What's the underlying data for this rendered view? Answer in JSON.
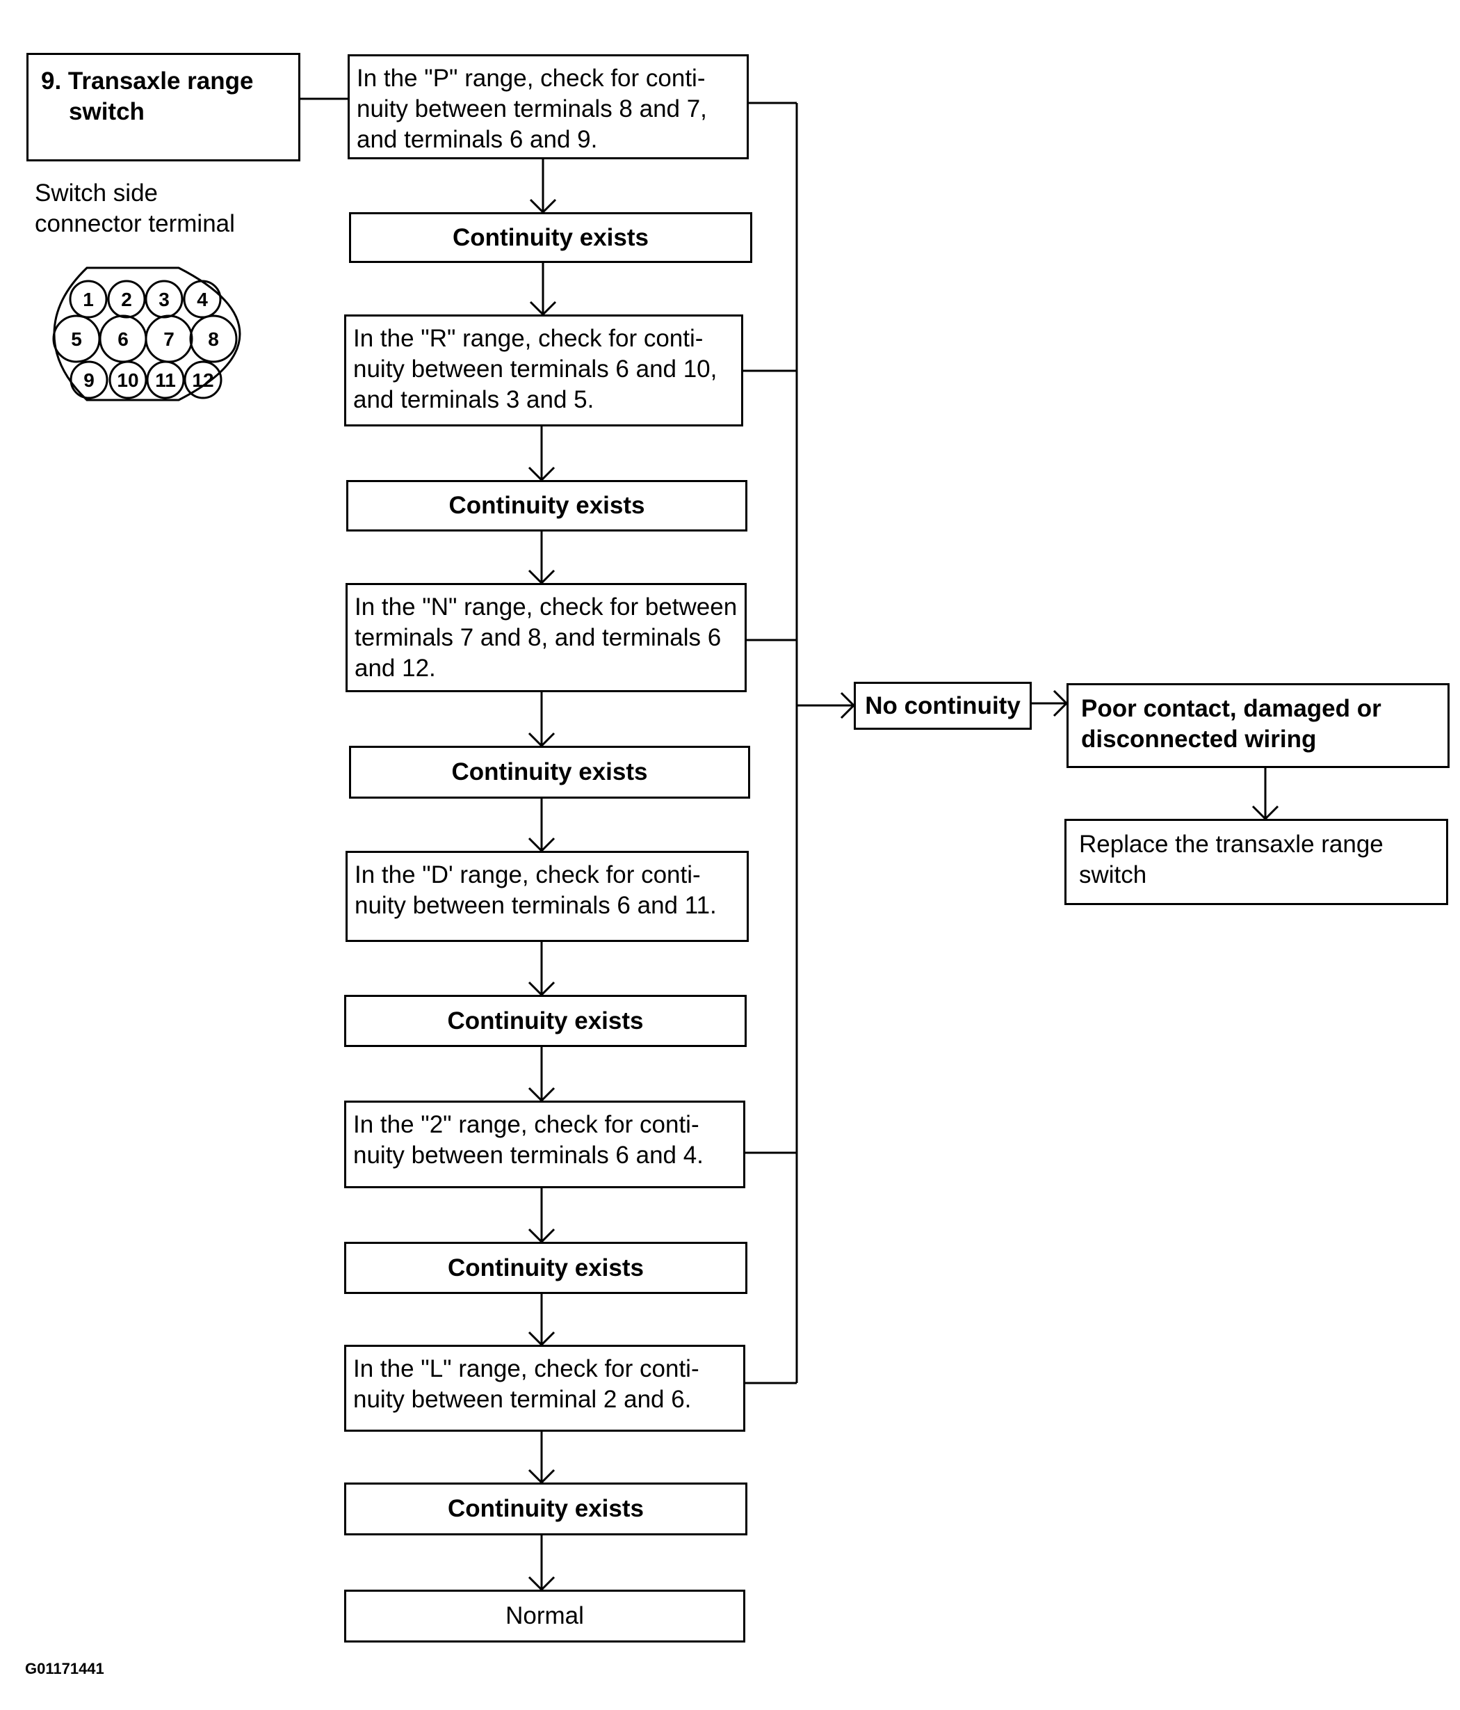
{
  "title": {
    "line1": "9. Transaxle range",
    "line2": "switch"
  },
  "connector": {
    "label_line1": "Switch side",
    "label_line2": "connector terminal",
    "pins": [
      "1",
      "2",
      "3",
      "4",
      "5",
      "6",
      "7",
      "8",
      "9",
      "10",
      "11",
      "12"
    ]
  },
  "steps": [
    {
      "text": "In the \"P\" range, check for conti-nuity between terminals 8 and 7, and terminals 6 and 9."
    },
    {
      "text": "In the \"R\" range, check for conti-nuity between terminals 6 and 10, and terminals 3 and 5."
    },
    {
      "text": "In the \"N\" range, check for between terminals 7 and 8, and terminals 6 and 12."
    },
    {
      "text": "In the \"D' range, check for conti-nuity between terminals 6 and 11."
    },
    {
      "text": "In the \"2\" range, check for conti-nuity between terminals 6 and 4."
    },
    {
      "text": "In the \"L\" range, check for conti-nuity between terminal 2 and 6."
    }
  ],
  "pass_label": "Continuity exists",
  "normal_label": "Normal",
  "fail": {
    "no_continuity": "No continuity",
    "cause": "Poor contact, damaged or disconnected wiring",
    "action": "Replace the transaxle range switch"
  },
  "figure_id": "G01171441"
}
